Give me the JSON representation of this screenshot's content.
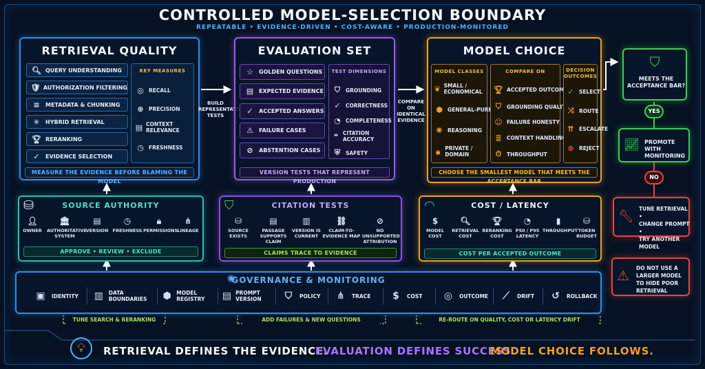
{
  "header": {
    "title": "CONTROLLED MODEL-SELECTION BOUNDARY",
    "subtitle": "REPEATABLE • EVIDENCE-DRIVEN • COST-AWARE • PRODUCTION-MONITORED"
  },
  "retrieval": {
    "title": "RETRIEVAL QUALITY",
    "items": [
      "QUERY UNDERSTANDING",
      "AUTHORIZATION FILTERING",
      "METADATA & CHUNKING",
      "HYBRID RETRIEVAL",
      "RERANKING",
      "EVIDENCE SELECTION"
    ],
    "measures_head": "KEY MEASURES",
    "measures": [
      "RECALL",
      "PRECISION",
      "CONTEXT RELEVANCE",
      "FRESHNESS"
    ],
    "footer": "MEASURE THE EVIDENCE BEFORE BLAMING THE MODEL"
  },
  "arrow1": "BUILD REPRESENTATIVE TESTS",
  "evaluation": {
    "title": "EVALUATION SET",
    "items": [
      "GOLDEN QUESTIONS",
      "EXPECTED EVIDENCE",
      "ACCEPTED ANSWERS",
      "FAILURE CASES",
      "ABSTENTION CASES"
    ],
    "dims_head": "TEST DIMENSIONS",
    "dims": [
      "GROUNDING",
      "CORRECTNESS",
      "COMPLETENESS",
      "CITATION ACCURACY",
      "SAFETY"
    ],
    "footer": "VERSION TESTS THAT REPRESENT PRODUCTION"
  },
  "arrow2": "COMPARE ON IDENTICAL EVIDENCE",
  "model": {
    "title": "MODEL CHOICE",
    "classes_head": "MODEL CLASSES",
    "classes": [
      "SMALL / ECONOMICAL",
      "GENERAL-PURPOSE",
      "REASONING",
      "PRIVATE / DOMAIN"
    ],
    "compare_head": "COMPARE ON",
    "compare": [
      "ACCEPTED OUTCOME RATE",
      "GROUNDING QUALITY",
      "FAILURE HONESTY",
      "CONTEXT HANDLING",
      "THROUGHPUT"
    ],
    "decision_head": "DECISION OUTCOMES",
    "decisions": [
      "SELECT",
      "ROUTE",
      "ESCALATE",
      "REJECT"
    ],
    "footer": "CHOOSE THE SMALLEST MODEL THAT MEETS THE ACCEPTANCE BAR"
  },
  "decision_flow": {
    "question": "MEETS THE ACCEPTANCE BAR?",
    "yes": "YES",
    "promote": "PROMOTE WITH MONITORING",
    "no": "NO",
    "fix": [
      "TUNE RETRIEVAL •",
      "CHANGE PROMPT •",
      "TRY ANOTHER MODEL"
    ],
    "warning": "DO NOT USE A LARGER MODEL TO HIDE POOR RETRIEVAL"
  },
  "source_authority": {
    "title": "SOURCE AUTHORITY",
    "cells": [
      "OWNER",
      "AUTHORITATIVE SYSTEM",
      "VERSION",
      "FRESHNESS",
      "PERMISSIONS",
      "LINEAGE"
    ],
    "footer": "APPROVE  •  REVIEW  •  EXCLUDE"
  },
  "citation_tests": {
    "title": "CITATION TESTS",
    "cells": [
      "SOURCE EXISTS",
      "PASSAGE SUPPORTS CLAIM",
      "VERSION IS CURRENT",
      "CLAIM-TO-EVIDENCE MAP",
      "NO UNSUPPORTED ATTRIBUTION"
    ],
    "footer": "CLAIMS TRACE TO EVIDENCE"
  },
  "cost_latency": {
    "title": "COST / LATENCY",
    "cells": [
      "MODEL COST",
      "RETRIEVAL COST",
      "RERANKING COST",
      "P50 / P95 LATENCY",
      "THROUGHPUT",
      "TOKEN BUDGET"
    ],
    "footer": "COST PER ACCEPTED OUTCOME"
  },
  "governance": {
    "title": "GOVERNANCE & MONITORING",
    "cells": [
      "IDENTITY",
      "DATA BOUNDARIES",
      "MODEL REGISTRY",
      "PROMPT VERSION",
      "POLICY",
      "TRACE",
      "COST",
      "OUTCOME",
      "DRIFT",
      "ROLLBACK"
    ]
  },
  "loops": [
    "TUNE SEARCH & RERANKING",
    "ADD FAILURES & NEW QUESTIONS",
    "RE-ROUTE ON QUALITY, COST OR LATENCY DRIFT"
  ],
  "tagline": {
    "part1": "RETRIEVAL DEFINES THE EVIDENCE.",
    "part2": "EVALUATION DEFINES SUCCESS.",
    "part3": "MODEL CHOICE FOLLOWS."
  },
  "colors": {
    "blue": "#2f8fe8",
    "purple": "#9a5cf0",
    "orange": "#f0a020",
    "teal": "#1fc4b0",
    "green": "#3ccf4c",
    "red": "#e8453c",
    "background": "#061223"
  }
}
